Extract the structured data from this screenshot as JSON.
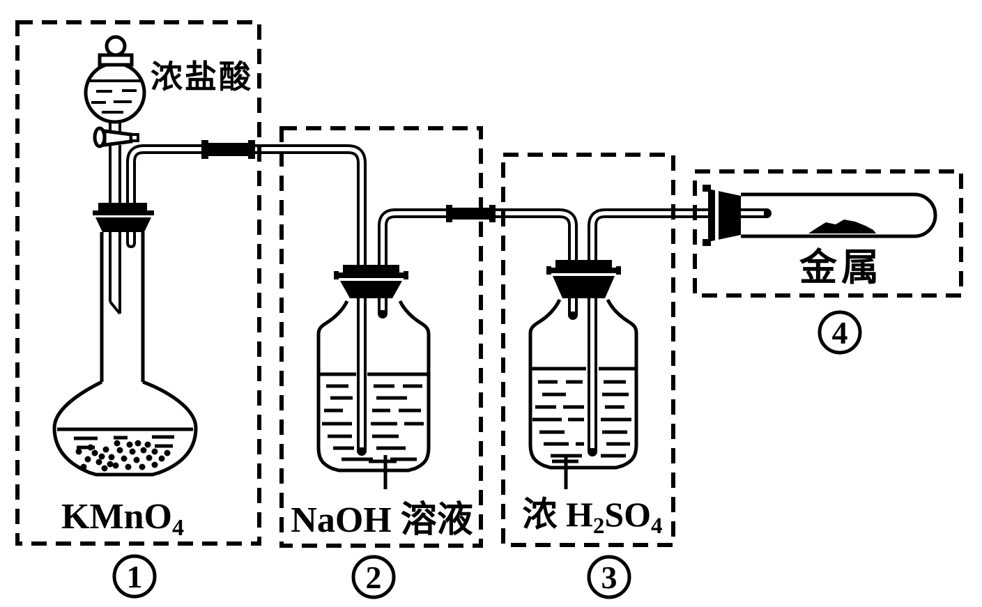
{
  "sections": [
    {
      "number": "1",
      "reagents": {
        "funnel": "浓盐酸",
        "flask_formula_main": "KMnO",
        "flask_formula_sub": "4"
      }
    },
    {
      "number": "2",
      "reagent": "NaOH 溶液"
    },
    {
      "number": "3",
      "reagent_prefix": "浓 H",
      "reagent_sub1": "2",
      "reagent_mid": "SO",
      "reagent_sub2": "4"
    },
    {
      "number": "4",
      "content": "金属"
    }
  ]
}
